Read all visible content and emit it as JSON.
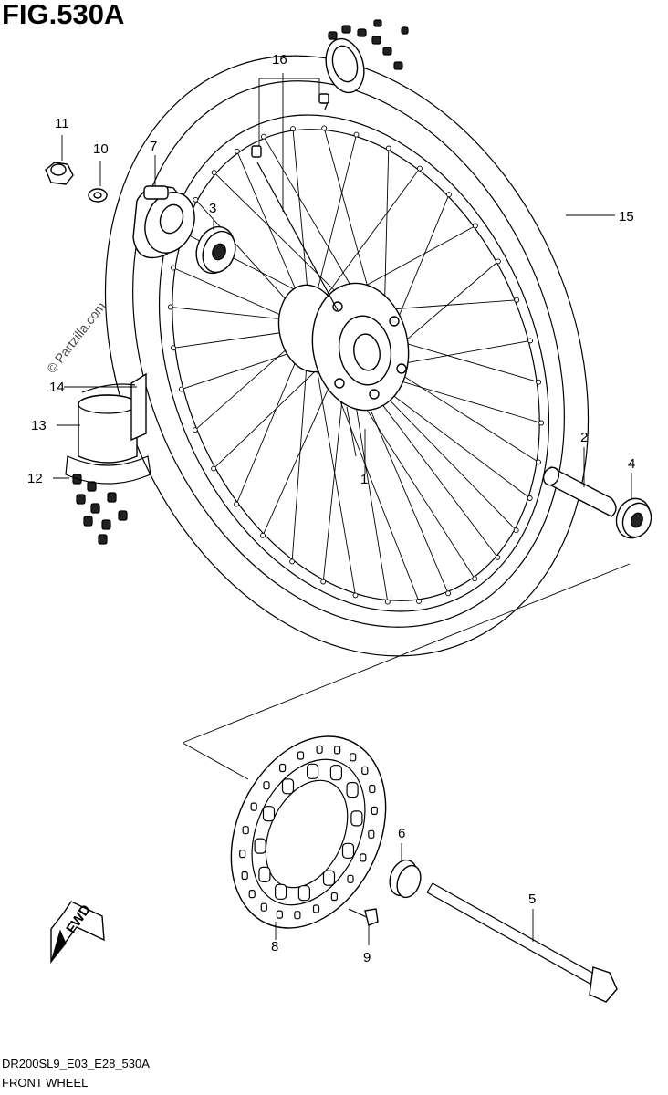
{
  "figure": {
    "title": "FIG.530A",
    "code": "DR200SL9_E03_E28_530A",
    "name": "FRONT WHEEL",
    "watermark": "© Partzilla.com",
    "fwd_label": "FWD"
  },
  "callouts": [
    {
      "id": "1",
      "label": "1"
    },
    {
      "id": "2",
      "label": "2"
    },
    {
      "id": "3",
      "label": "3"
    },
    {
      "id": "4",
      "label": "4"
    },
    {
      "id": "5",
      "label": "5"
    },
    {
      "id": "6",
      "label": "6"
    },
    {
      "id": "7",
      "label": "7"
    },
    {
      "id": "8",
      "label": "8"
    },
    {
      "id": "9",
      "label": "9"
    },
    {
      "id": "10",
      "label": "10"
    },
    {
      "id": "11",
      "label": "11"
    },
    {
      "id": "12",
      "label": "12"
    },
    {
      "id": "13",
      "label": "13"
    },
    {
      "id": "14",
      "label": "14"
    },
    {
      "id": "15",
      "label": "15"
    },
    {
      "id": "16",
      "label": "16"
    }
  ]
}
